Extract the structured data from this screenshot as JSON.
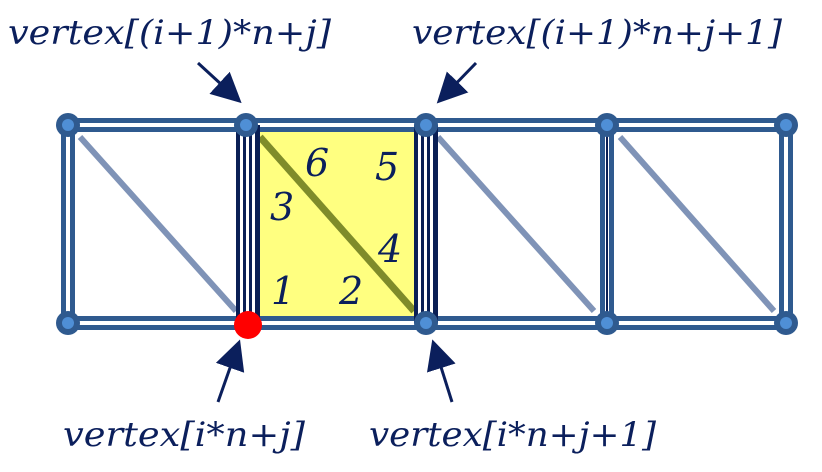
{
  "labels": {
    "top_left": "vertex[(i+1)*n+j]",
    "top_right": "vertex[(i+1)*n+j+1]",
    "bottom_left": "vertex[i*n+j]",
    "bottom_right": "vertex[i*n+j+1]"
  },
  "triangle_order": [
    "1",
    "2",
    "3",
    "4",
    "5",
    "6"
  ],
  "colors": {
    "grid": "#2f5a8f",
    "grid_inner": "#ffffff",
    "diagonal": "#7f93b7",
    "highlight_fill": "#ffff80",
    "highlight_diagonal": "#7f8c2a",
    "dark_edge": "#0a1f55",
    "node": "#2f5a8f",
    "node_center": "#4f8fd6",
    "arrow": "#0b1f5c",
    "current_vertex": "#ff0000"
  }
}
